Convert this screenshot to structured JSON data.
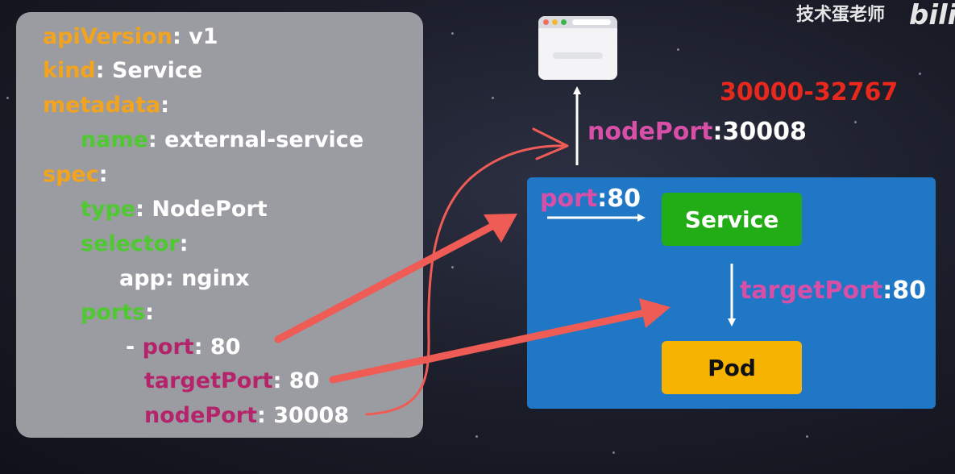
{
  "watermark": {
    "author": "技术蛋老师",
    "logo": "bili"
  },
  "yaml": {
    "apiVersion_key": "apiVersion",
    "apiVersion_sep": ": ",
    "apiVersion_val": "v1",
    "kind_key": "kind",
    "kind_sep": ": ",
    "kind_val": "Service",
    "metadata_key": "metadata",
    "metadata_sep": ":",
    "name_key": "name",
    "name_sep": ": ",
    "name_val": "external-service",
    "spec_key": "spec",
    "spec_sep": ":",
    "type_key": "type",
    "type_sep": ": ",
    "type_val": "NodePort",
    "selector_key": "selector",
    "selector_sep": ":",
    "app_line": "app: nginx",
    "ports_key": "ports",
    "ports_sep": ":",
    "dash": "- ",
    "port_key": "port",
    "port_sep": ": ",
    "port_val": "80",
    "targetPort_key": "targetPort",
    "targetPort_sep": ": ",
    "targetPort_val": "80",
    "nodePort_key": "nodePort",
    "nodePort_sep": ": ",
    "nodePort_val": "30008"
  },
  "diagram": {
    "port_range": "30000-32767",
    "nodePort_label": {
      "key": "nodePort",
      "sep": ":",
      "val": "30008"
    },
    "port_label": {
      "key": "port",
      "sep": ":",
      "val": "80"
    },
    "targetPort_label": {
      "key": "targetPort",
      "sep": ":",
      "val": "80"
    },
    "service_label": "Service",
    "pod_label": "Pod"
  },
  "colors": {
    "yaml_orange": "#f2a41f",
    "yaml_green": "#4fc832",
    "yaml_pink": "#b5246a",
    "label_pink": "#d84fa8",
    "cluster_blue": "#1f77c5",
    "service_green": "#22ad17",
    "pod_yellow": "#f6b400",
    "arrow_red": "#ef5b55",
    "range_red": "#e8281c"
  },
  "icons": {
    "browser": "browser-window-icon"
  }
}
